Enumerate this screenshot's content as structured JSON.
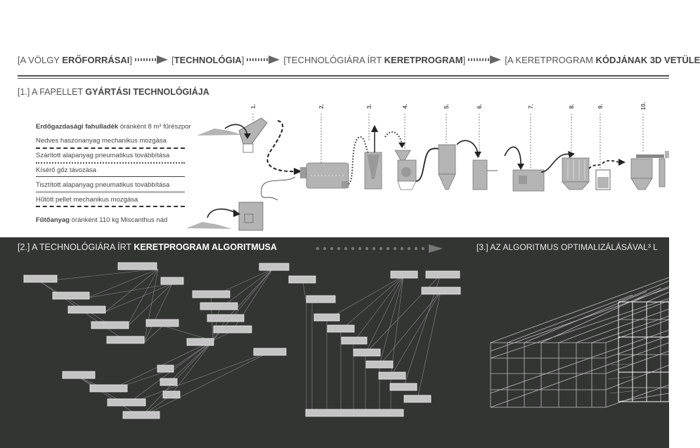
{
  "header_flow": [
    {
      "plain": "[A VÖLGY ",
      "bold": "ERŐFORRÁSAI",
      "end": "]"
    },
    {
      "plain": "[",
      "bold": "TECHNOLÓGIA",
      "end": "]"
    },
    {
      "plain": "[TECHNOLÓGIÁRA ÍRT ",
      "bold": "KERETPROGRAM",
      "end": "]"
    },
    {
      "plain": "[A KERETPROGRAM ",
      "bold": "KÓDJÁNAK 3D VETÜLE",
      "end": ""
    }
  ],
  "section1": {
    "prefix": "[1.] A FAPELLET ",
    "bold": "GYÁRTÁSI TECHNOLÓGIÁJA",
    "source_bold": "Erdőgazdasági  fahulladék",
    "source_rest": " óránként 8 m³ fűrészpor",
    "fuel_bold": "Fűtőanyag",
    "fuel_rest": "  óránként 110 kg Miscanthus nád",
    "legend": [
      "Nedves haszonanyag mechanikus mozgása",
      "Szárított alapanyag pneumatikus továbbítása",
      "Kísérő gőz távozása",
      "Tisztított alapanyag pneumatikus továbbítása",
      "Hűtött pellet mechanikus mozgása"
    ],
    "steps": [
      "1.",
      "2.",
      "3.",
      "4.",
      "5.",
      "6.",
      "7.",
      "8.",
      "9.",
      "10."
    ]
  },
  "section2": {
    "prefix": "[2.] A TECHNOLÓGIÁRA ÍRT ",
    "bold": "KERETPROGRAM ALGORITMUSA"
  },
  "section3": {
    "title": "[3.]  AZ ALGORITMUS OPTIMALIZÁLÁSÁVAL³  L"
  },
  "colors": {
    "dark_panel": "#333533",
    "machine": "#b4b4b4",
    "node": "#c4c4c4",
    "text": "#4a4a4a"
  }
}
